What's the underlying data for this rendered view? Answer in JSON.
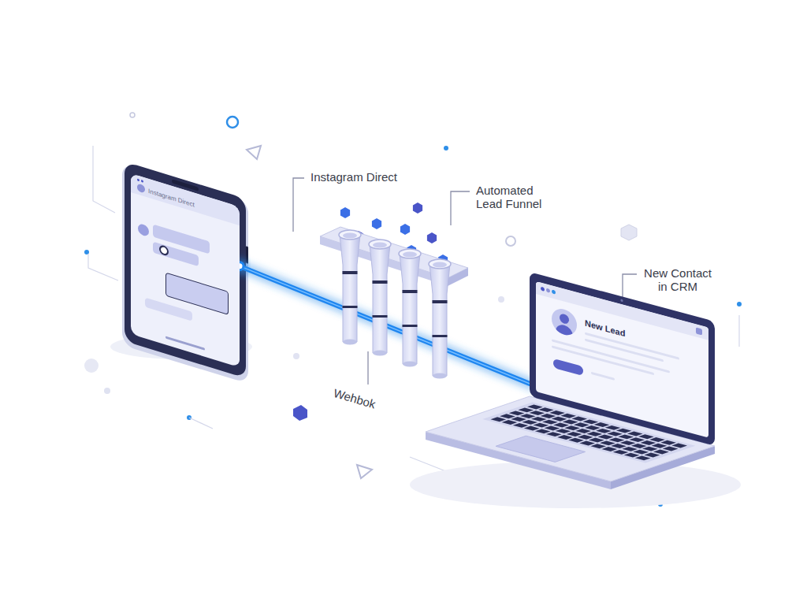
{
  "diagram": {
    "nodes": [
      {
        "text": [
          "Instagram Direct"
        ]
      },
      {
        "text": [
          "New Lead"
        ]
      }
    ],
    "edges": [
      {
        "from": 0,
        "to": 1,
        "arrow": "none"
      }
    ],
    "labels": [
      "Instagram Direct",
      "Automated Lead Funnel",
      "New Contact in CRM",
      "Wehbok"
    ]
  }
}
